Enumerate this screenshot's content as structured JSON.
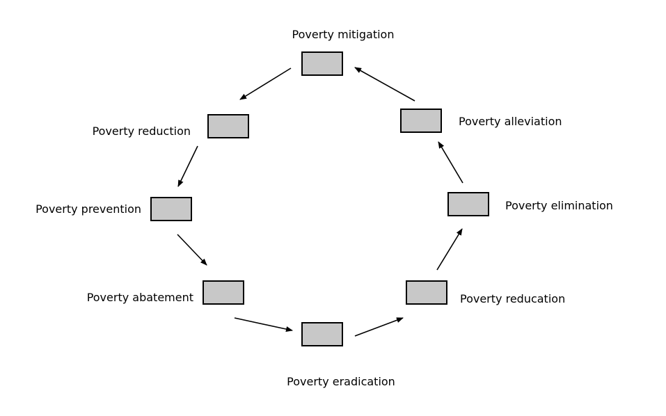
{
  "diagram": {
    "nodes": [
      {
        "id": "mitigation",
        "label": "Poverty mitigation"
      },
      {
        "id": "alleviation",
        "label": "Poverty alleviation"
      },
      {
        "id": "elimination",
        "label": "Poverty elimination"
      },
      {
        "id": "reducation",
        "label": "Poverty reducation"
      },
      {
        "id": "eradication",
        "label": "Poverty eradication"
      },
      {
        "id": "abatement",
        "label": "Poverty abatement"
      },
      {
        "id": "prevention",
        "label": "Poverty prevention"
      },
      {
        "id": "reduction",
        "label": "Poverty reduction"
      }
    ],
    "edges": [
      {
        "from": "mitigation",
        "to": "reduction"
      },
      {
        "from": "reduction",
        "to": "prevention"
      },
      {
        "from": "prevention",
        "to": "abatement"
      },
      {
        "from": "abatement",
        "to": "eradication"
      },
      {
        "from": "eradication",
        "to": "reducation"
      },
      {
        "from": "reducation",
        "to": "elimination"
      },
      {
        "from": "elimination",
        "to": "alleviation"
      },
      {
        "from": "alleviation",
        "to": "mitigation"
      }
    ],
    "colors": {
      "box_fill": "#c8c8c8",
      "box_stroke": "#000000",
      "arrow": "#000000",
      "text": "#000000"
    }
  }
}
